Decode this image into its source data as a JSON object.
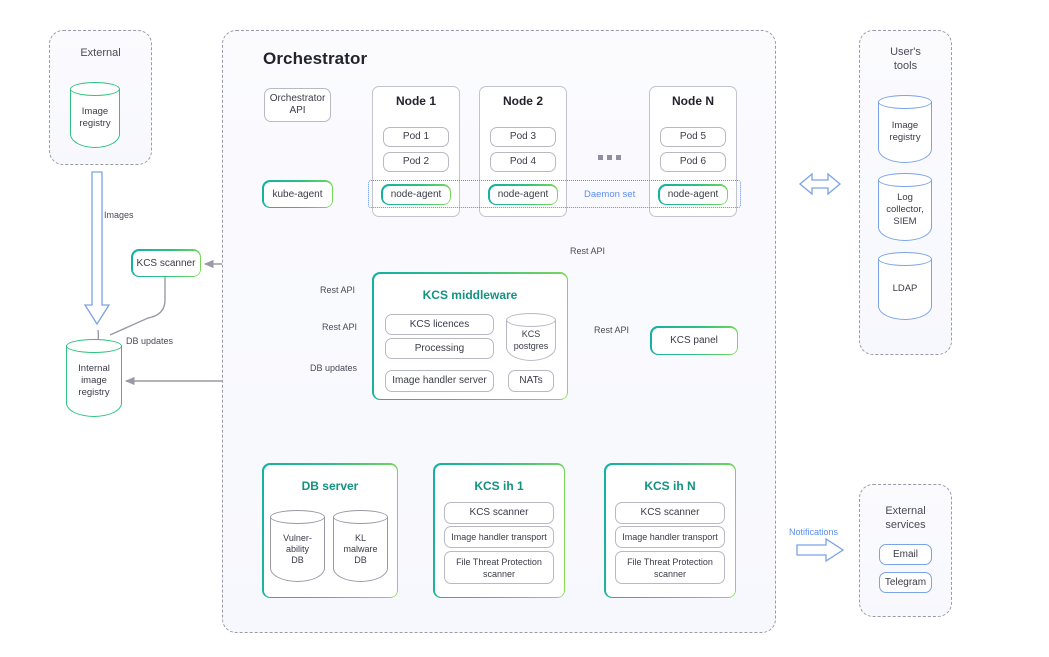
{
  "groups": {
    "external": {
      "title_line1": "External",
      "title_line2": ""
    },
    "orchestrator": {
      "title": "Orchestrator"
    },
    "users_tools": {
      "title_line1": "User's",
      "title_line2": "tools"
    },
    "external_services": {
      "title_line1": "External",
      "title_line2": "services"
    }
  },
  "external": {
    "image_registry": {
      "line1": "Image",
      "line2": "registry"
    }
  },
  "left": {
    "images_label": "Images",
    "kcs_scanner": "KCS scanner",
    "db_updates_label": "DB updates",
    "internal_registry": {
      "line1": "Internal",
      "line2": "image",
      "line3": "registry"
    }
  },
  "orchestrator": {
    "api_box": {
      "line1": "Orchestrator",
      "line2": "API"
    },
    "kube_agent": "kube-agent",
    "daemon_set_label": "Daemon set",
    "ellipsis": "...",
    "nodes": [
      {
        "title": "Node 1",
        "pods": [
          "Pod 1",
          "Pod 2"
        ],
        "agent": "node-agent"
      },
      {
        "title": "Node 2",
        "pods": [
          "Pod 3",
          "Pod 4"
        ],
        "agent": "node-agent"
      },
      {
        "title": "Node N",
        "pods": [
          "Pod 5",
          "Pod 6"
        ],
        "agent": "node-agent"
      }
    ]
  },
  "middleware": {
    "title": "KCS middleware",
    "kcs_licences": "KCS licences",
    "processing": "Processing",
    "image_handler_server": "Image handler server",
    "nats": "NATs",
    "postgres": {
      "line1": "KCS",
      "line2": "postgres"
    }
  },
  "kcs_panel": {
    "label": "KCS panel"
  },
  "db_server": {
    "title": "DB server",
    "vuln_db": {
      "line1": "Vulner-",
      "line2": "ability",
      "line3": "DB"
    },
    "malware_db": {
      "line1": "KL",
      "line2": "malware",
      "line3": "DB"
    }
  },
  "kcs_ih": [
    {
      "title": "KCS ih 1",
      "scanner": "KCS scanner",
      "transport": "Image handler transport",
      "ftp_line1": "File Threat Protection",
      "ftp_line2": "scanner"
    },
    {
      "title": "KCS ih N",
      "scanner": "KCS scanner",
      "transport": "Image handler transport",
      "ftp_line1": "File Threat Protection",
      "ftp_line2": "scanner"
    }
  ],
  "users_tools": {
    "image_registry": {
      "line1": "Image",
      "line2": "registry"
    },
    "log_collector": {
      "line1": "Log",
      "line2": "collector,",
      "line3": "SIEM"
    },
    "ldap": {
      "line1": "LDAP",
      "line2": "",
      "line3": ""
    }
  },
  "external_services": {
    "notifications_label": "Notifications",
    "email": "Email",
    "telegram": "Telegram"
  },
  "edge_labels": {
    "rest_api_nodes": "Rest API",
    "rest_api_kube": "Rest API",
    "rest_api_scanner": "Rest API",
    "rest_api_panel": "Rest API",
    "db_updates_registry": "DB updates"
  },
  "colors": {
    "accent_green": "#2ec27e",
    "accent_teal": "#13927f",
    "arrow_purple": "#6b4fa8",
    "arrow_gray": "#9a9aa6",
    "arrow_blue": "#7ba3e8",
    "cylinder_green": "#2ec27e",
    "cylinder_blue": "#7ba3e8",
    "cylinder_gray": "#9a9aa6"
  }
}
